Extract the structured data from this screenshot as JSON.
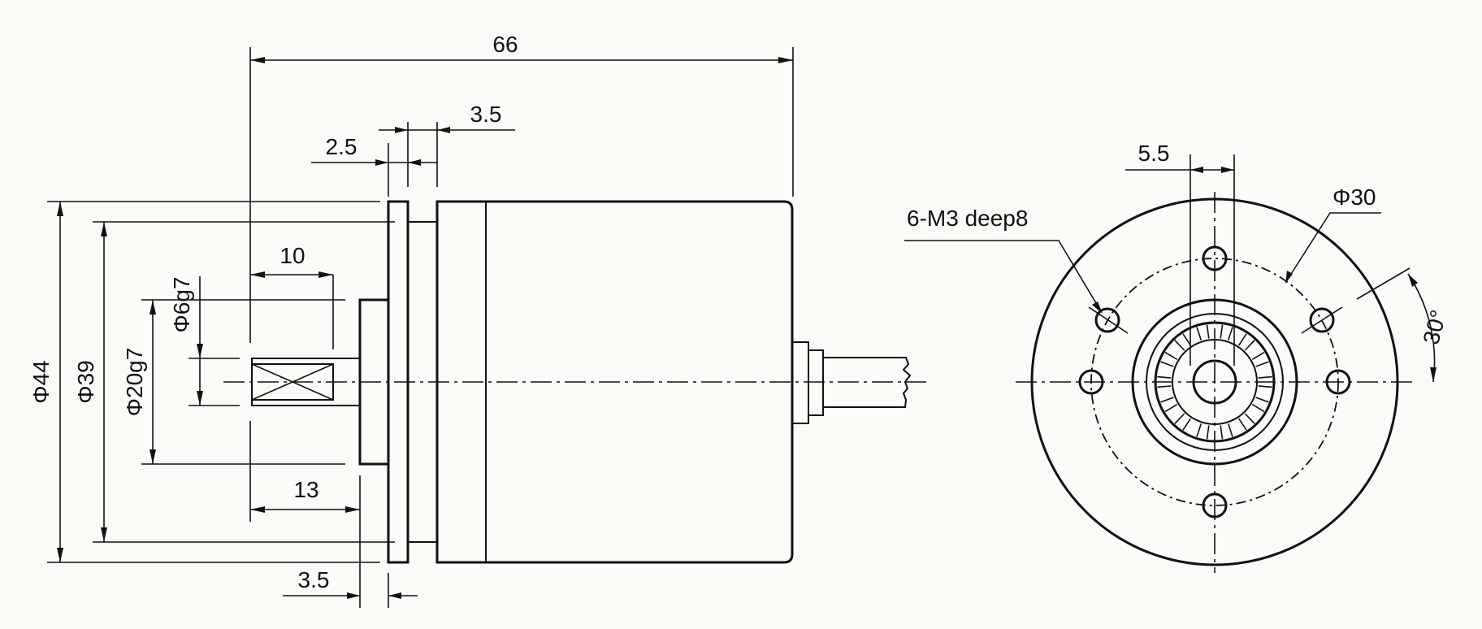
{
  "side_view": {
    "length": "66",
    "flange_thickness": "2.5",
    "flange_gap": "3.5",
    "key_length": "10",
    "shaft_length": "13",
    "boss_length": "3.5",
    "shaft_diameter": "Φ6g7",
    "boss_diameter": "Φ20g7",
    "flange_diameter": "Φ39",
    "body_diameter": "Φ44"
  },
  "front_view": {
    "holes_label": "6-M3 deep8",
    "bolt_circle": "Φ30",
    "offset": "5.5",
    "angle": "30°"
  }
}
